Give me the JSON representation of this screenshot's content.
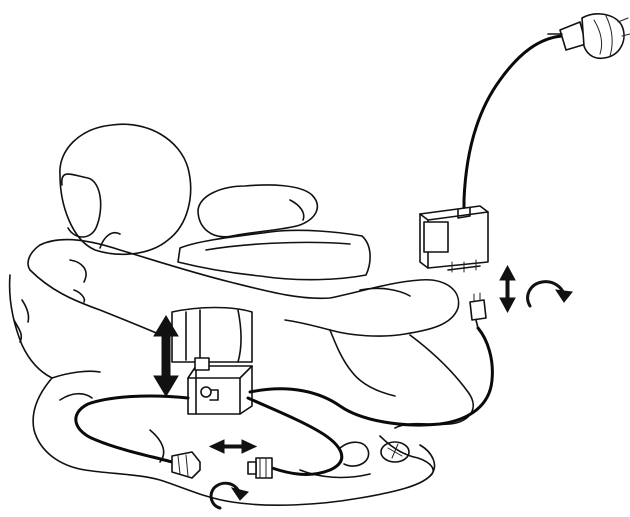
{
  "illustration": {
    "components": [
      "rock-formation",
      "rock-shelf",
      "water-pump",
      "cable-connector",
      "power-transformer",
      "mains-plug"
    ],
    "indicators": [
      "pump-height-adjust-arrow",
      "connector-push-arrow",
      "connector-rotate-arrow",
      "transformer-plug-arrow",
      "transformer-rotate-arrow"
    ],
    "colors": {
      "line": "#111111",
      "background": "#ffffff"
    }
  }
}
